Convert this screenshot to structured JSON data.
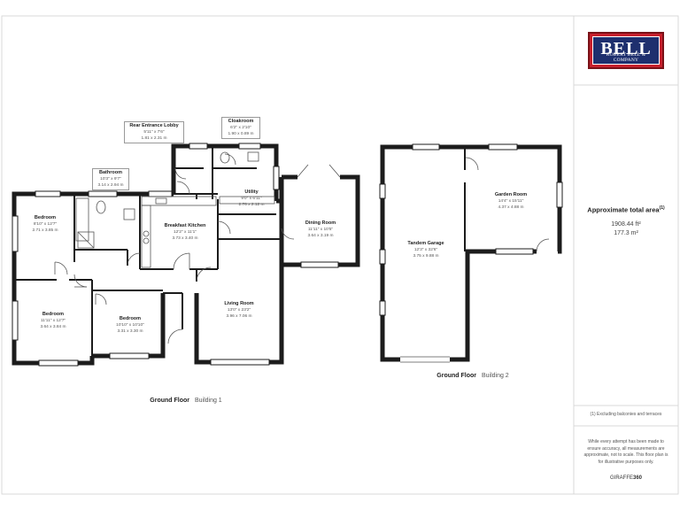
{
  "brand": {
    "logo_word": "BELL",
    "logo_subtitle": "ROBERT BELL & COMPANY",
    "colors": {
      "red": "#c7202d",
      "navy": "#1e2f6e"
    }
  },
  "area": {
    "heading": "Approximate total area",
    "heading_superscript": "(1)",
    "sqft": "1908.44 ft²",
    "sqm": "177.3 m²"
  },
  "footnote": "(1) Excluding balconies and terraces",
  "disclaimer": "While every attempt has been made to ensure accuracy, all measurements are approximate, not to scale. This floor plan is for illustrative purposes only.",
  "provider_prefix": "GIRAFFE",
  "provider_suffix": "360",
  "buildings": [
    {
      "floor": "Ground Floor",
      "name": "Building 1"
    },
    {
      "floor": "Ground Floor",
      "name": "Building 2"
    }
  ],
  "rooms": {
    "rear_lobby": {
      "name": "Rear Entrance Lobby",
      "imperial": "5'11\" x 7'6\"",
      "metric": "1.81 x 2.31 m"
    },
    "cloakroom": {
      "name": "Cloakroom",
      "imperial": "6'2\" x 2'10\"",
      "metric": "1.90 x 0.89 m"
    },
    "bathroom": {
      "name": "Bathroom",
      "imperial": "10'3\" x 9'7\"",
      "metric": "3.14 x 2.94 m"
    },
    "utility": {
      "name": "Utility",
      "imperial": "9'0\" x 6'11\"",
      "metric": "2.76 x 2.12 m"
    },
    "bedroom1": {
      "name": "Bedroom",
      "imperial": "8'10\" x 12'7\"",
      "metric": "2.71 x 3.85 m"
    },
    "breakfast_kitchen": {
      "name": "Breakfast Kitchen",
      "imperial": "12'2\" x 11'1\"",
      "metric": "3.73 x 3.40 m"
    },
    "dining_room": {
      "name": "Dining Room",
      "imperial": "11'11\" x 10'5\"",
      "metric": "3.64 x 3.19 m"
    },
    "living_room": {
      "name": "Living Room",
      "imperial": "13'0\" x 23'2\"",
      "metric": "3.96 x 7.06 m"
    },
    "bedroom2": {
      "name": "Bedroom",
      "imperial": "11'11\" x 12'7\"",
      "metric": "3.64 x 3.84 m"
    },
    "bedroom3": {
      "name": "Bedroom",
      "imperial": "10'10\" x 10'10\"",
      "metric": "3.31 x 3.30 m"
    },
    "garage": {
      "name": "Tandem Garage",
      "imperial": "12'3\" x 32'6\"",
      "metric": "3.75 x 9.88 m"
    },
    "garden_room": {
      "name": "Garden Room",
      "imperial": "14'4\" x 15'11\"",
      "metric": "4.37 x 4.88 m"
    }
  }
}
